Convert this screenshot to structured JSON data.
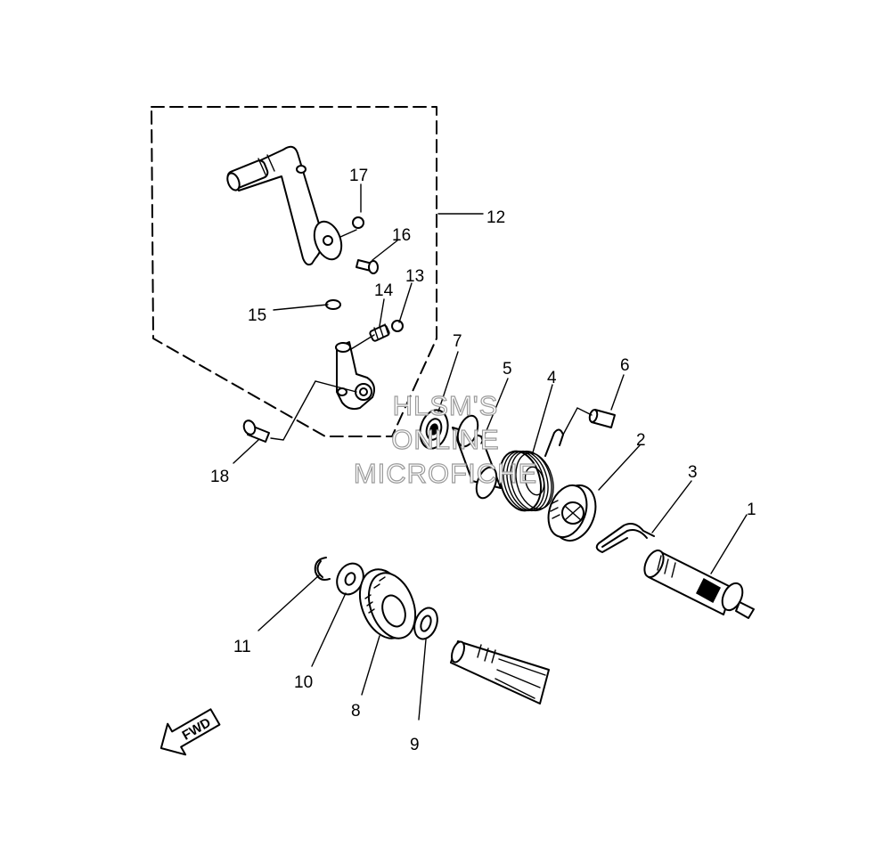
{
  "watermark": {
    "line1": "HLSM'S",
    "line2": "ONLINE",
    "line3": "MICROFICHE"
  },
  "fwd_arrow": {
    "label": "FWD"
  },
  "callouts": [
    {
      "id": "1",
      "label": "1"
    },
    {
      "id": "2",
      "label": "2"
    },
    {
      "id": "3",
      "label": "3"
    },
    {
      "id": "4",
      "label": "4"
    },
    {
      "id": "5",
      "label": "5"
    },
    {
      "id": "6",
      "label": "6"
    },
    {
      "id": "7",
      "label": "7"
    },
    {
      "id": "8",
      "label": "8"
    },
    {
      "id": "9",
      "label": "9"
    },
    {
      "id": "10",
      "label": "10"
    },
    {
      "id": "11",
      "label": "11"
    },
    {
      "id": "12",
      "label": "12"
    },
    {
      "id": "13",
      "label": "13"
    },
    {
      "id": "14",
      "label": "14"
    },
    {
      "id": "15",
      "label": "15"
    },
    {
      "id": "16",
      "label": "16"
    },
    {
      "id": "17",
      "label": "17"
    },
    {
      "id": "18",
      "label": "18"
    }
  ]
}
